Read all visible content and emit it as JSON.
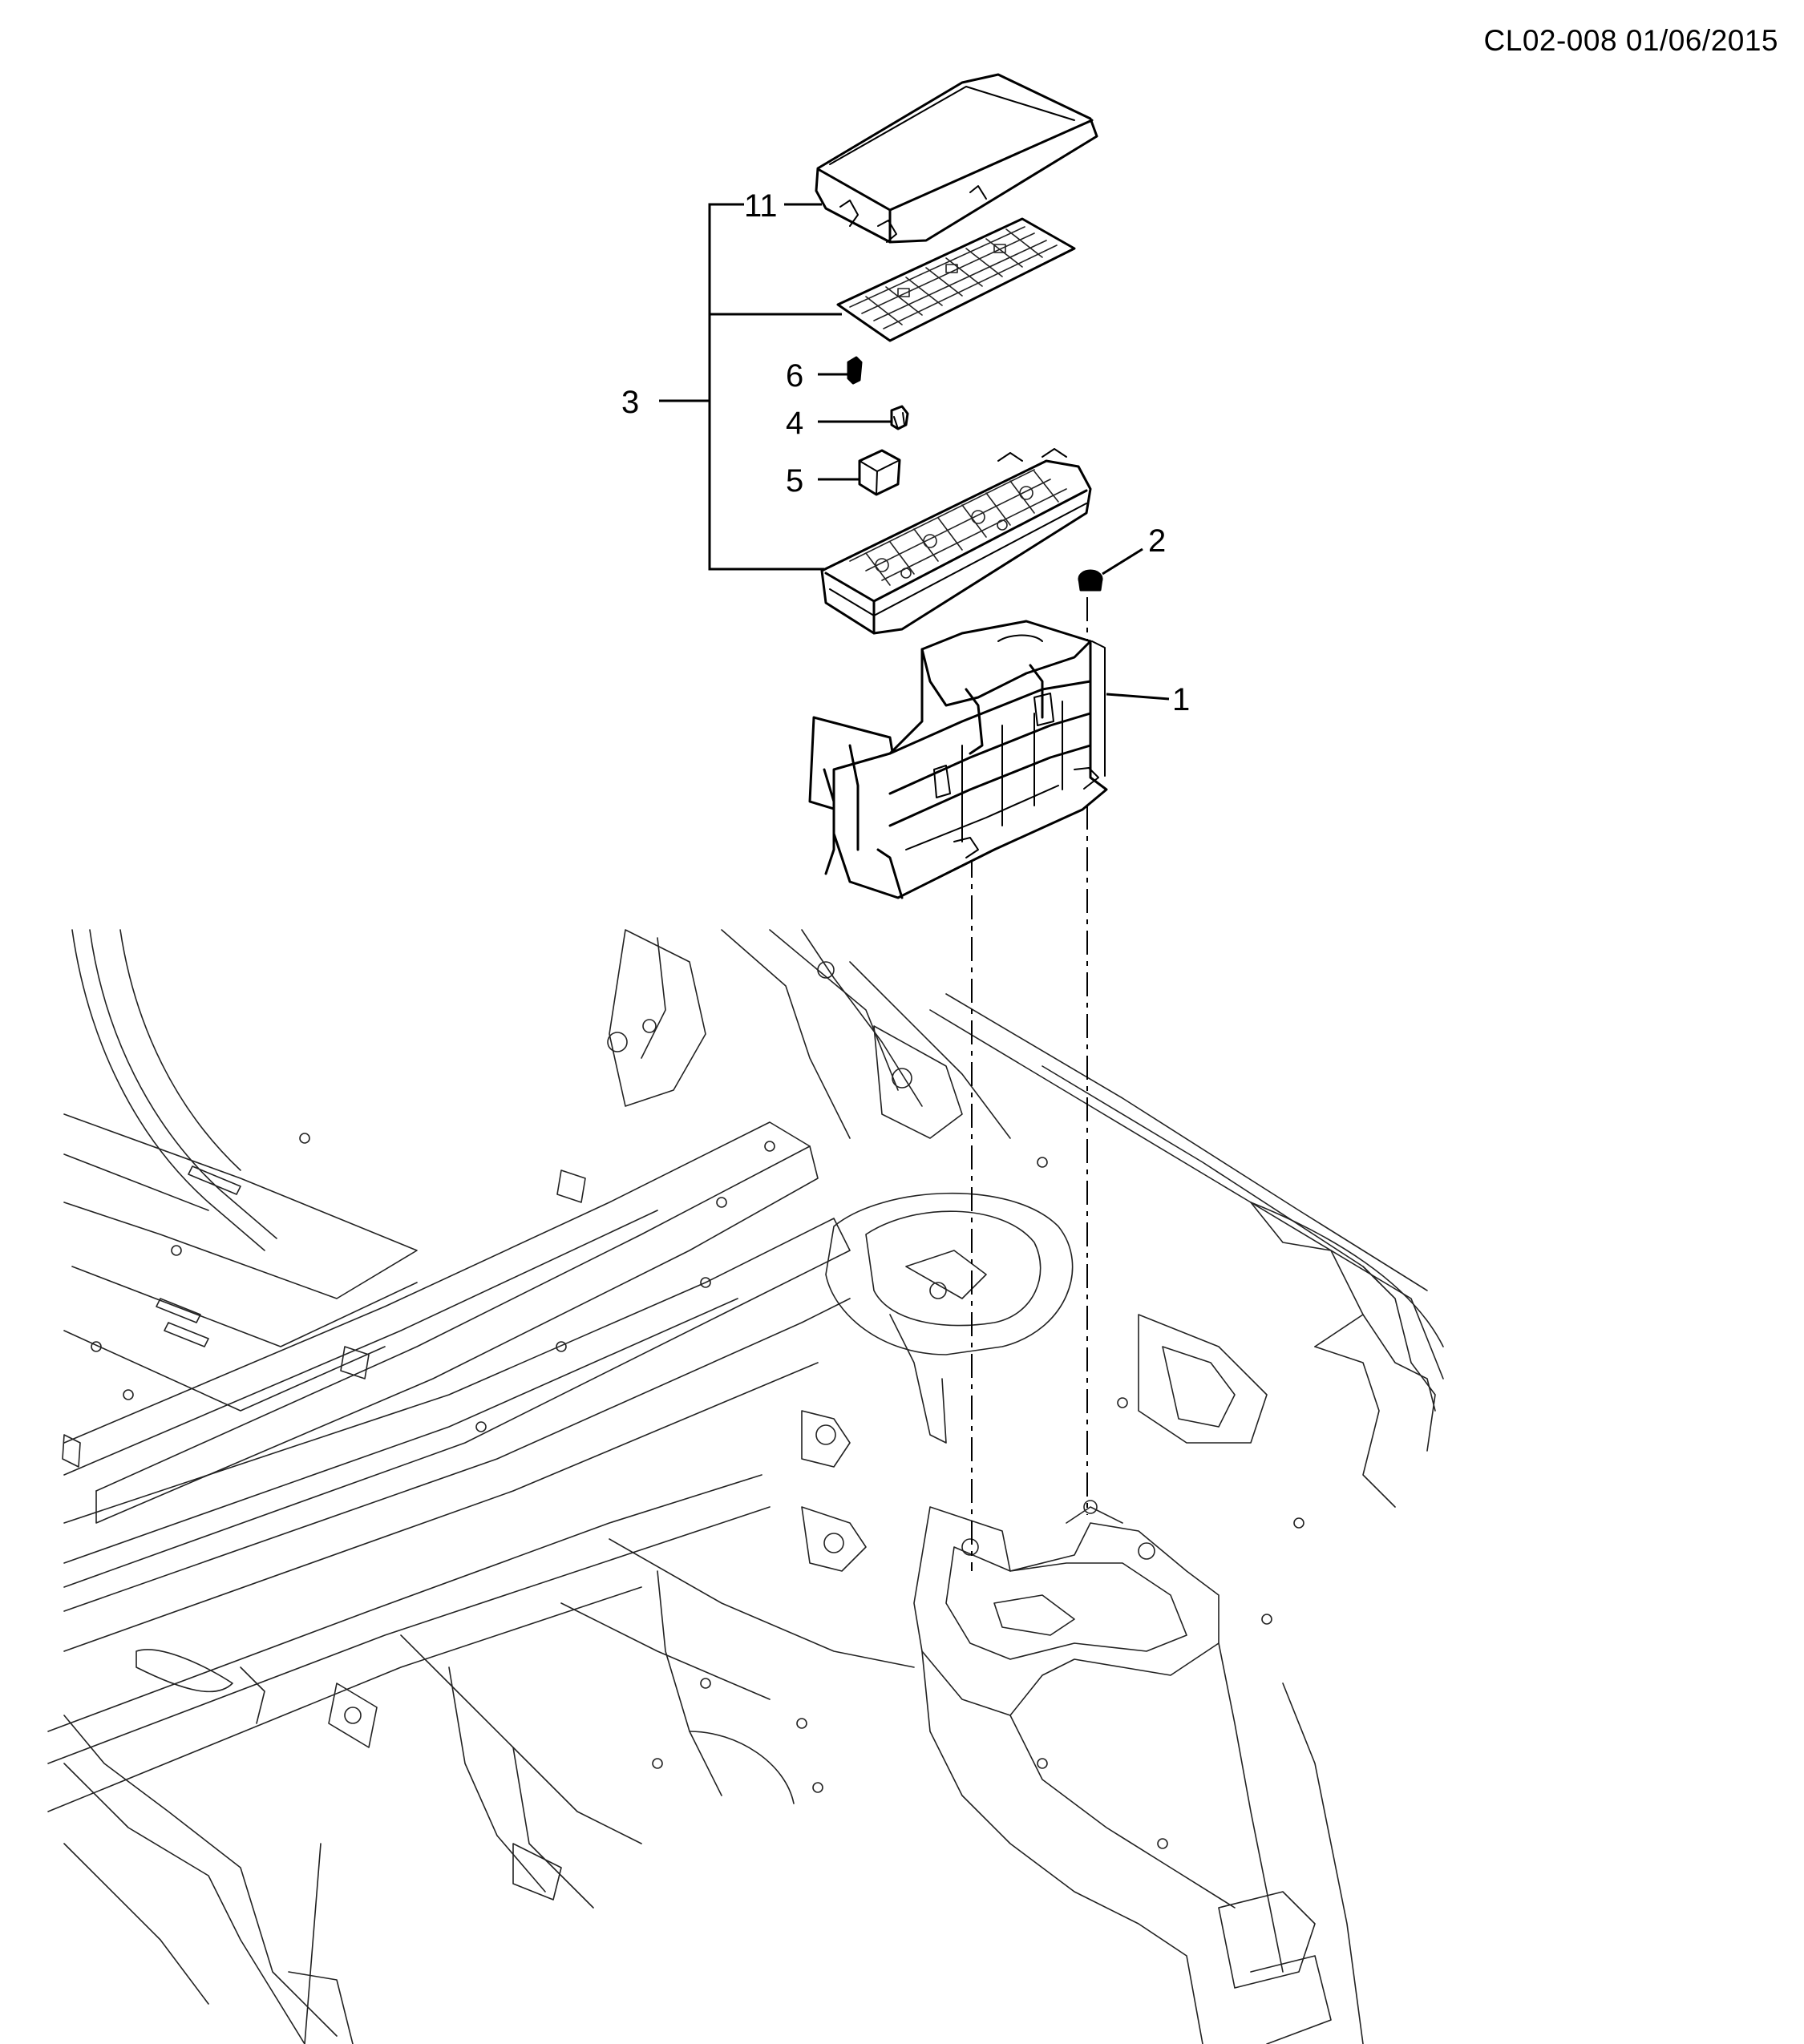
{
  "document": {
    "code": "CL02-008 01/06/2015"
  },
  "callouts": [
    {
      "id": "11",
      "label": "11"
    },
    {
      "id": "3",
      "label": "3"
    },
    {
      "id": "6",
      "label": "6"
    },
    {
      "id": "4",
      "label": "4"
    },
    {
      "id": "5",
      "label": "5"
    },
    {
      "id": "2",
      "label": "2"
    },
    {
      "id": "1",
      "label": "1"
    }
  ]
}
